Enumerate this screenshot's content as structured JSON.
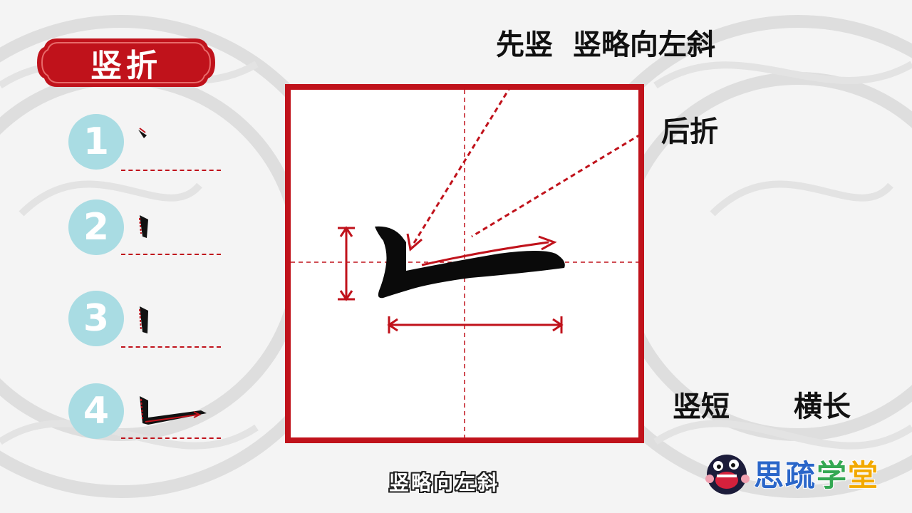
{
  "title": "竖折",
  "steps": [
    {
      "number": "1"
    },
    {
      "number": "2"
    },
    {
      "number": "3"
    },
    {
      "number": "4"
    }
  ],
  "annotations": {
    "first_vertical": "先竖",
    "vertical_slant": "竖略向左斜",
    "then_turn": "后折",
    "vertical_short": "竖短",
    "horizontal_long": "横长"
  },
  "caption": "竖略向左斜",
  "logo": {
    "chars": [
      "思",
      "疏",
      "学",
      "堂"
    ],
    "colors": [
      "#2a66c9",
      "#2a66c9",
      "#34a853",
      "#f2a900"
    ]
  },
  "colors": {
    "accent_red": "#c0121b",
    "circle": "#a9dce3",
    "ink": "#111111"
  }
}
